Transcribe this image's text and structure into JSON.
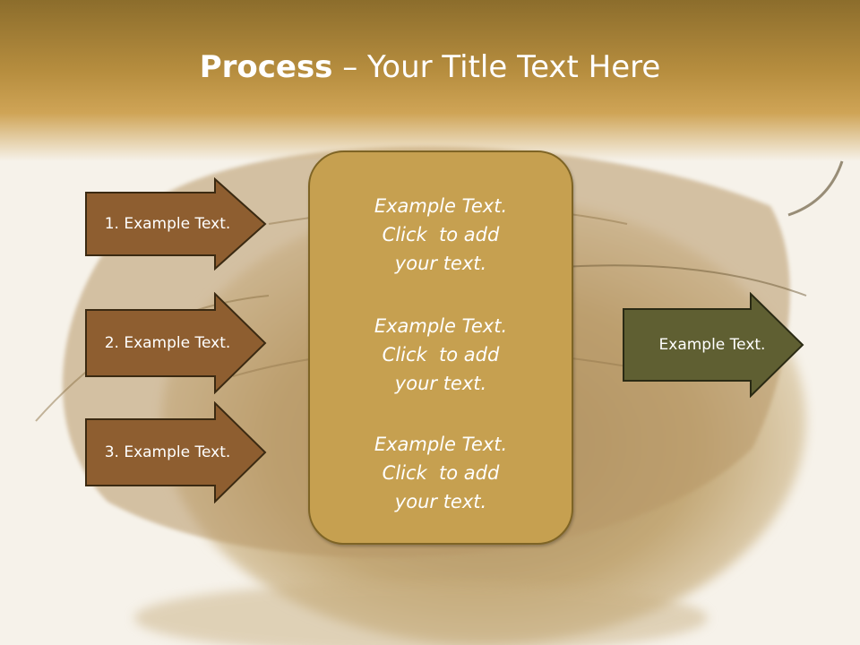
{
  "slide": {
    "title_bold": "Process",
    "title_rest": " – Your Title Text Here"
  },
  "left_arrows": [
    {
      "label": "1. Example Text."
    },
    {
      "label": "2. Example Text."
    },
    {
      "label": "3. Example Text."
    }
  ],
  "center_blocks": [
    {
      "lines": [
        "Example Text.",
        "Click  to add",
        "your text."
      ]
    },
    {
      "lines": [
        "Example Text.",
        "Click  to add",
        "your text."
      ]
    },
    {
      "lines": [
        "Example Text.",
        "Click  to add",
        "your text."
      ]
    }
  ],
  "right_arrow": {
    "label": "Example Text."
  },
  "colors": {
    "header": "#b78e3f",
    "left_arrow_fill": "#8e5e30",
    "center_box_fill": "#c6a050",
    "right_arrow_fill": "#5f5f32",
    "text": "#ffffff"
  }
}
